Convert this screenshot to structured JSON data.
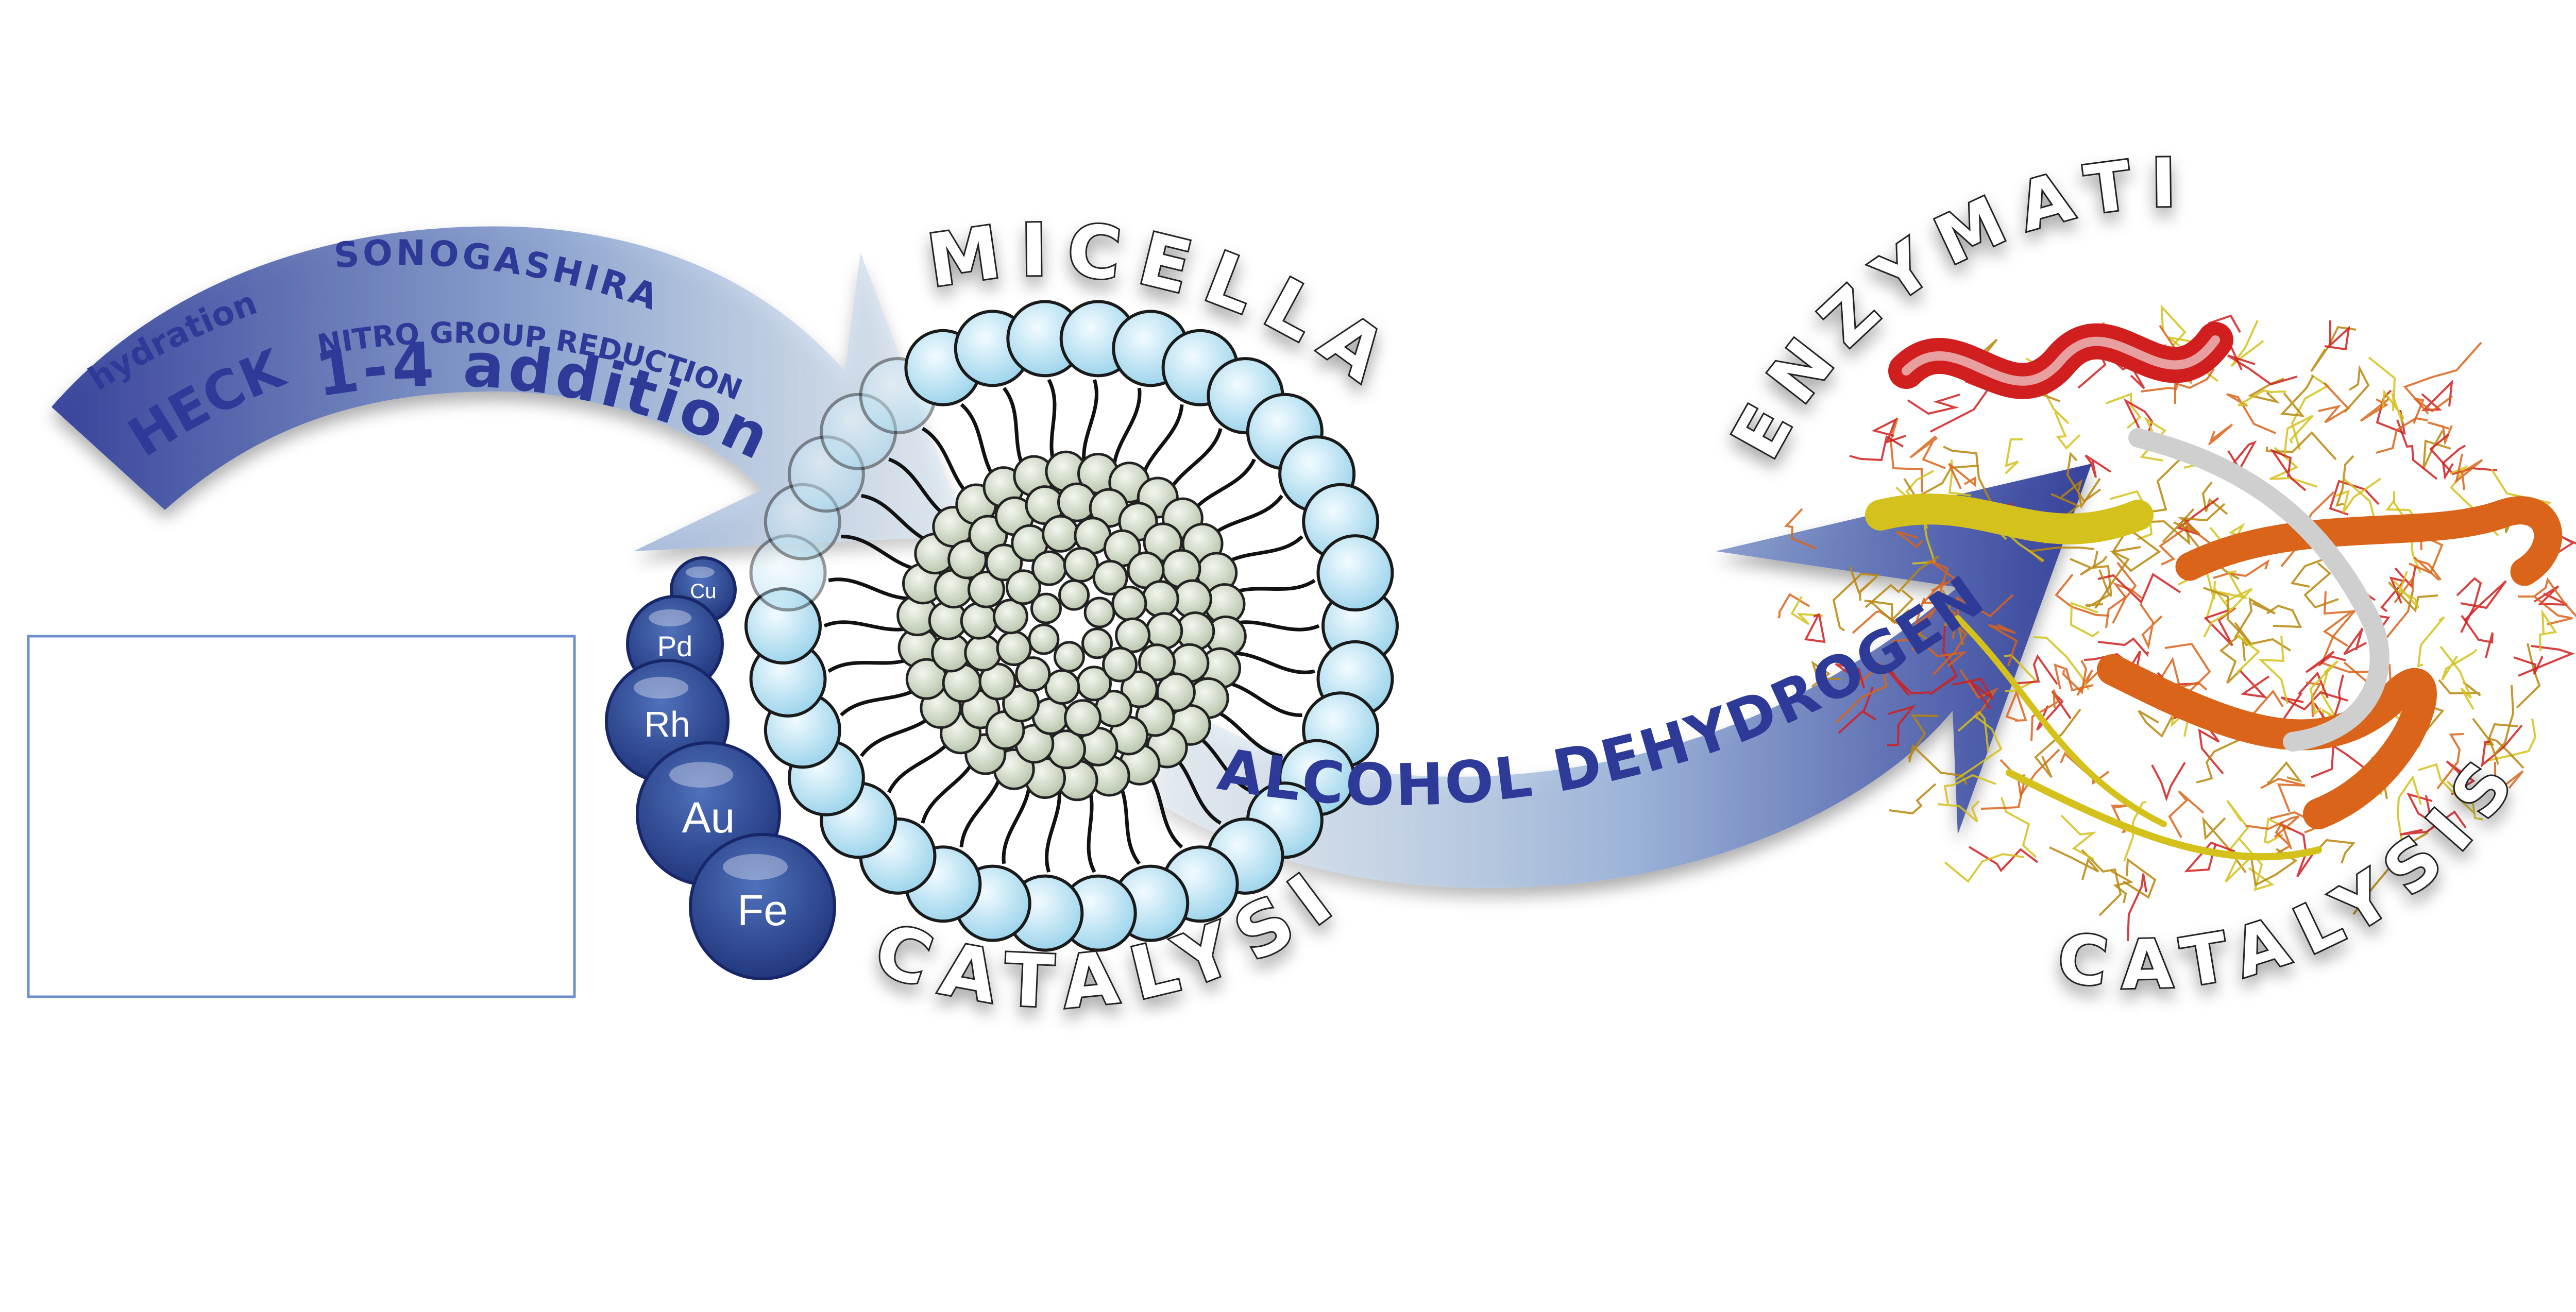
{
  "reactions": {
    "hydration": "hydration",
    "sonogashira": "SONOGASHIRA",
    "nitro": "NITRO GROUP REDUCTION",
    "heck": "HECK",
    "addition": "1-4 addition"
  },
  "labels": {
    "micellar": "MICELLAR",
    "catalysis_left": "CATALYSIS",
    "enzymatic": "ENZYMATIC",
    "catalysis_right": "CATALYSIS",
    "enzyme": "ALCOHOL DEHYDROGENASE"
  },
  "metals": [
    "Cu",
    "Pd",
    "Rh",
    "Au",
    "Fe"
  ],
  "colors": {
    "arrow_dark": "#2d3a97",
    "arrow_light": "#cfe0ee",
    "micelle_head": "#bfe6f5",
    "micelle_core": "#d3dcc8",
    "metal_ball": "#2d4a96",
    "protein_red": "#d11f1f",
    "protein_orange": "#d9641a",
    "protein_yellow": "#d4c11b"
  }
}
